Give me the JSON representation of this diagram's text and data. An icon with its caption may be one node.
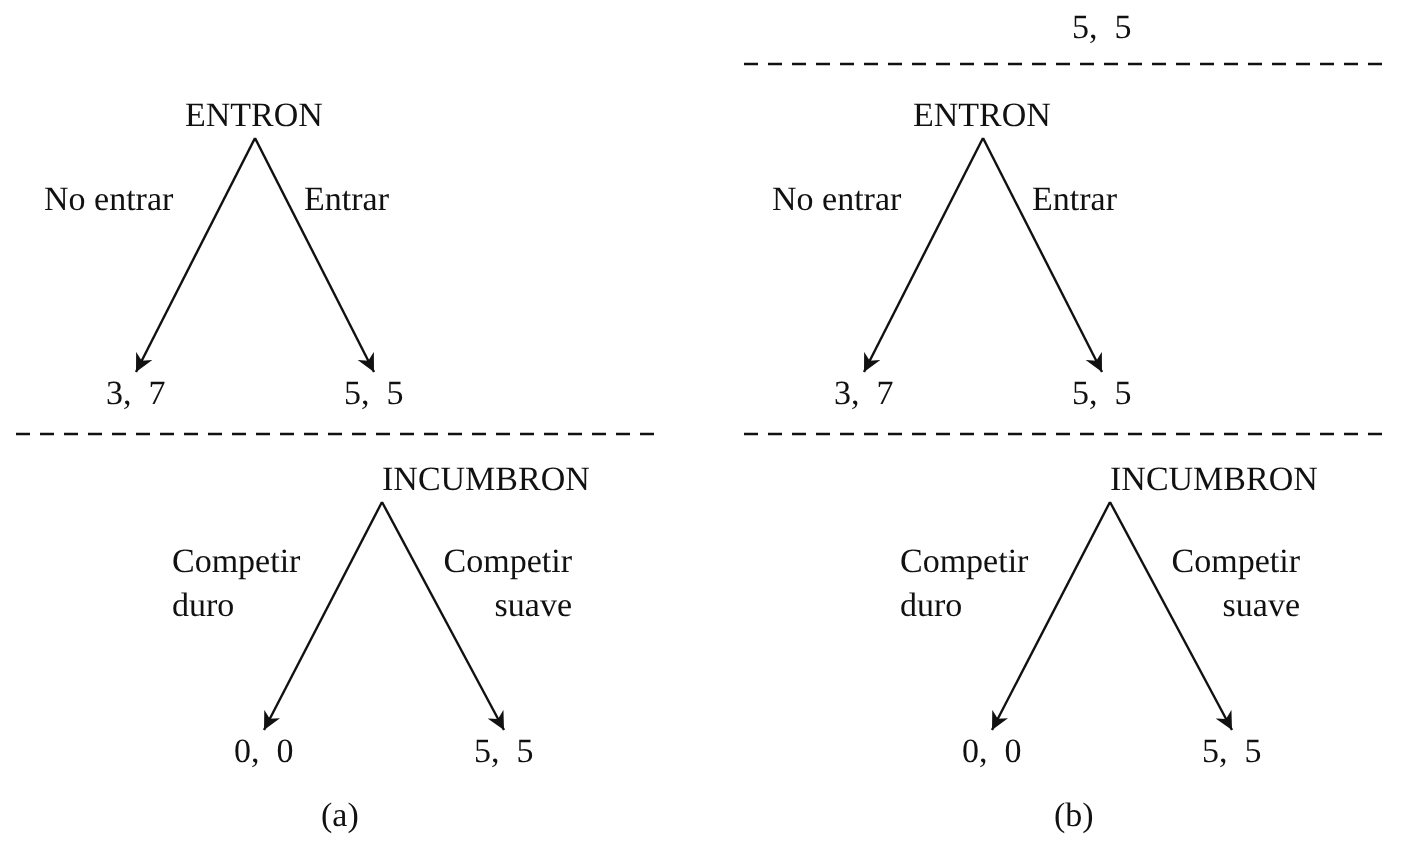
{
  "diagram": {
    "nodes": [
      {
        "text": [
          "ENTRON"
        ]
      },
      {
        "text": [
          "3,  7"
        ]
      },
      {
        "text": [
          "5,  5"
        ]
      },
      {
        "text": [
          "INCUMBRON"
        ]
      },
      {
        "text": [
          "0,  0"
        ]
      },
      {
        "text": [
          "5,  5"
        ]
      },
      {
        "text": [
          "ENTRON"
        ]
      },
      {
        "text": [
          "3,  7"
        ]
      },
      {
        "text": [
          "5,  5"
        ]
      },
      {
        "text": [
          "INCUMBRON"
        ]
      },
      {
        "text": [
          "0,  0"
        ]
      },
      {
        "text": [
          "5,  5"
        ]
      }
    ],
    "edges": [
      {
        "from": 0,
        "to": 1,
        "arrow": "to",
        "label": "No entrar"
      },
      {
        "from": 0,
        "to": 2,
        "arrow": "to",
        "label": "Entrar"
      },
      {
        "from": 3,
        "to": 4,
        "arrow": "to",
        "label": "Competir duro"
      },
      {
        "from": 3,
        "to": 5,
        "arrow": "to",
        "label": "Competir suave"
      },
      {
        "from": 6,
        "to": 7,
        "arrow": "to",
        "label": "No entrar"
      },
      {
        "from": 6,
        "to": 8,
        "arrow": "to",
        "label": "Entrar"
      },
      {
        "from": 9,
        "to": 10,
        "arrow": "to",
        "label": "Competir duro"
      },
      {
        "from": 9,
        "to": 11,
        "arrow": "to",
        "label": "Competir suave"
      }
    ],
    "labels": [
      "(a)",
      "5,  5",
      "(b)"
    ]
  }
}
